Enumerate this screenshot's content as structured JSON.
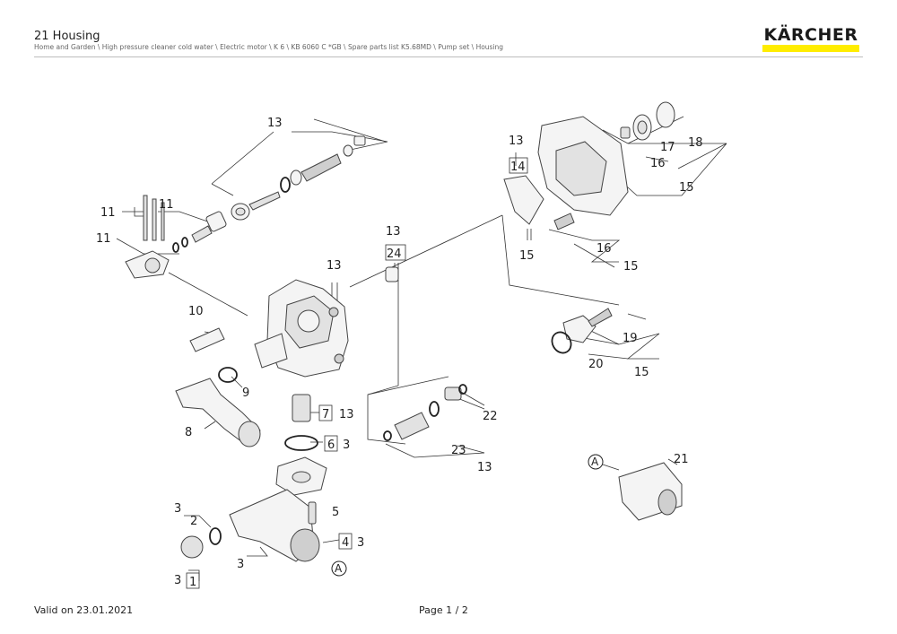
{
  "header": {
    "title": "21 Housing",
    "breadcrumb": "Home and Garden \\ High pressure cleaner cold water \\ Electric motor \\ K 6 \\ KB 6060 C *GB \\ Spare parts list K5.68MD \\ Pump set \\ Housing",
    "logo_text": "KÄRCHER",
    "logo_color": "#ffed00"
  },
  "diagram": {
    "labels": {
      "l13_top": "13",
      "l11_a": "11",
      "l11_b": "11",
      "l11_c": "11",
      "l13_pump": "13",
      "l24": "24",
      "l13_24": "13",
      "l10": "10",
      "l9": "9",
      "l8": "8",
      "l7": "7",
      "l13_7": "13",
      "l6": "6",
      "l3_6": "3",
      "l5": "5",
      "l4": "4",
      "l3_4": "3",
      "l3_2": "3",
      "l2": "2",
      "l3_1": "3",
      "l1": "1",
      "l3_bottom": "3",
      "la_bottom": "A",
      "l13_right": "13",
      "l14": "14",
      "l15_gasket": "15",
      "l17": "17",
      "l18": "18",
      "l16_a": "16",
      "l15_a": "15",
      "l16_b": "16",
      "l15_b": "15",
      "l19": "19",
      "l20": "20",
      "l15_c": "15",
      "l22": "22",
      "l23": "23",
      "l13_23": "13",
      "l21": "21",
      "la_right": "A"
    }
  },
  "footer": {
    "valid": "Valid on 23.01.2021",
    "page": "Page 1 / 2"
  }
}
